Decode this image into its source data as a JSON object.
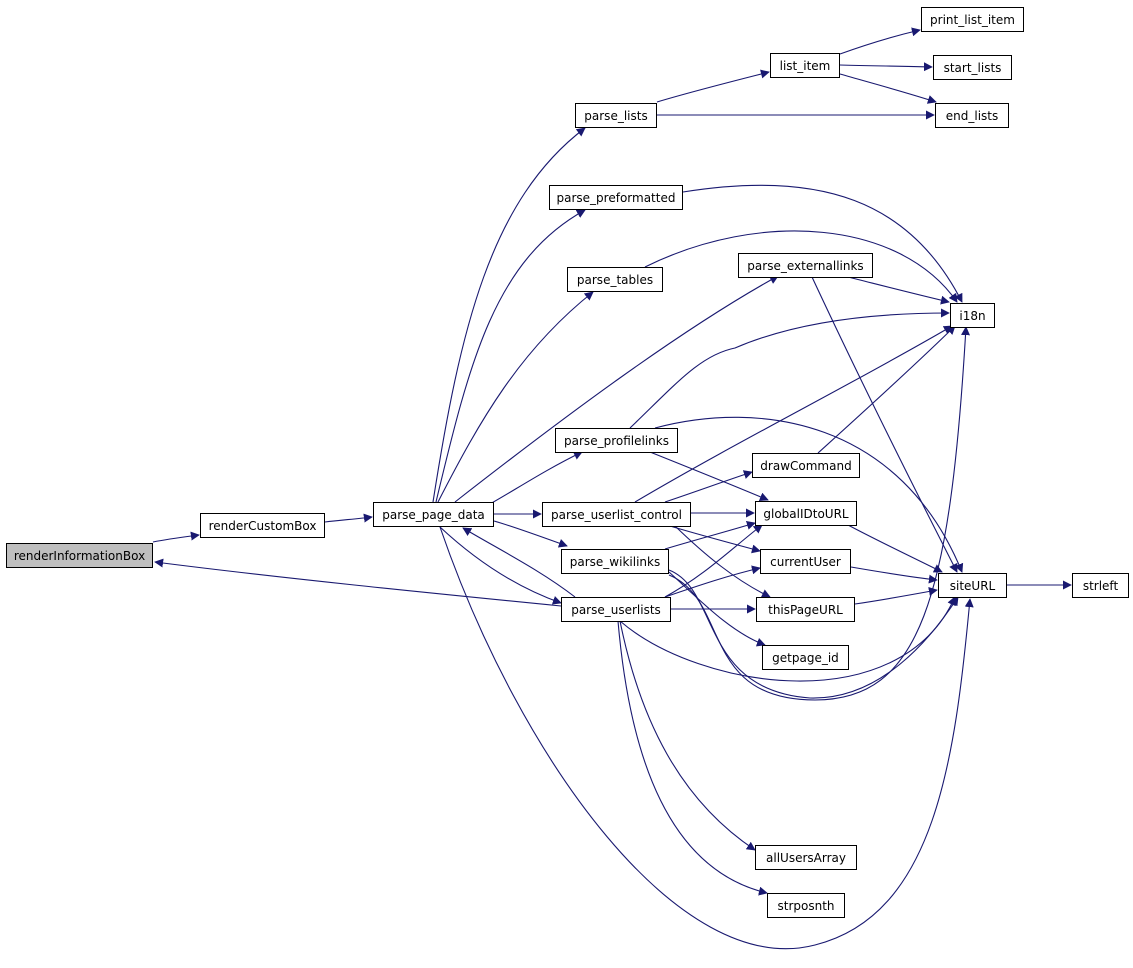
{
  "graph": {
    "edge_color": "#191970",
    "focus_fill": "#bfbfbf",
    "nodes": [
      {
        "id": "renderInformationBox",
        "label": "renderInformationBox",
        "focus": true
      },
      {
        "id": "renderCustomBox",
        "label": "renderCustomBox"
      },
      {
        "id": "parse_page_data",
        "label": "parse_page_data"
      },
      {
        "id": "parse_lists",
        "label": "parse_lists"
      },
      {
        "id": "list_item",
        "label": "list_item"
      },
      {
        "id": "print_list_item",
        "label": "print_list_item"
      },
      {
        "id": "start_lists",
        "label": "start_lists"
      },
      {
        "id": "end_lists",
        "label": "end_lists"
      },
      {
        "id": "parse_preformatted",
        "label": "parse_preformatted"
      },
      {
        "id": "parse_tables",
        "label": "parse_tables"
      },
      {
        "id": "parse_externallinks",
        "label": "parse_externallinks"
      },
      {
        "id": "i18n",
        "label": "i18n"
      },
      {
        "id": "parse_profilelinks",
        "label": "parse_profilelinks"
      },
      {
        "id": "drawCommand",
        "label": "drawCommand"
      },
      {
        "id": "parse_userlist_control",
        "label": "parse_userlist_control"
      },
      {
        "id": "globalIDtoURL",
        "label": "globalIDtoURL"
      },
      {
        "id": "parse_wikilinks",
        "label": "parse_wikilinks"
      },
      {
        "id": "currentUser",
        "label": "currentUser"
      },
      {
        "id": "siteURL",
        "label": "siteURL"
      },
      {
        "id": "strleft",
        "label": "strleft"
      },
      {
        "id": "parse_userlists",
        "label": "parse_userlists"
      },
      {
        "id": "thisPageURL",
        "label": "thisPageURL"
      },
      {
        "id": "getpage_id",
        "label": "getpage_id"
      },
      {
        "id": "allUsersArray",
        "label": "allUsersArray"
      },
      {
        "id": "strposnth",
        "label": "strposnth"
      }
    ],
    "edges": [
      [
        "renderInformationBox",
        "renderCustomBox"
      ],
      [
        "renderCustomBox",
        "parse_page_data"
      ],
      [
        "parse_page_data",
        "parse_lists"
      ],
      [
        "parse_page_data",
        "parse_preformatted"
      ],
      [
        "parse_page_data",
        "parse_tables"
      ],
      [
        "parse_page_data",
        "parse_externallinks"
      ],
      [
        "parse_page_data",
        "parse_profilelinks"
      ],
      [
        "parse_page_data",
        "parse_userlist_control"
      ],
      [
        "parse_page_data",
        "parse_wikilinks"
      ],
      [
        "parse_page_data",
        "parse_userlists"
      ],
      [
        "parse_page_data",
        "siteURL"
      ],
      [
        "parse_lists",
        "list_item"
      ],
      [
        "parse_lists",
        "end_lists"
      ],
      [
        "list_item",
        "print_list_item"
      ],
      [
        "list_item",
        "start_lists"
      ],
      [
        "list_item",
        "end_lists"
      ],
      [
        "parse_preformatted",
        "i18n"
      ],
      [
        "parse_tables",
        "i18n"
      ],
      [
        "parse_externallinks",
        "i18n"
      ],
      [
        "parse_externallinks",
        "siteURL"
      ],
      [
        "parse_profilelinks",
        "i18n"
      ],
      [
        "parse_profilelinks",
        "globalIDtoURL"
      ],
      [
        "parse_profilelinks",
        "siteURL"
      ],
      [
        "parse_userlist_control",
        "i18n"
      ],
      [
        "parse_userlist_control",
        "drawCommand"
      ],
      [
        "parse_userlist_control",
        "globalIDtoURL"
      ],
      [
        "parse_userlist_control",
        "currentUser"
      ],
      [
        "parse_userlist_control",
        "thisPageURL"
      ],
      [
        "drawCommand",
        "i18n"
      ],
      [
        "globalIDtoURL",
        "siteURL"
      ],
      [
        "currentUser",
        "siteURL"
      ],
      [
        "thisPageURL",
        "siteURL"
      ],
      [
        "siteURL",
        "strleft"
      ],
      [
        "parse_wikilinks",
        "globalIDtoURL"
      ],
      [
        "parse_wikilinks",
        "getpage_id"
      ],
      [
        "parse_wikilinks",
        "i18n"
      ],
      [
        "parse_wikilinks",
        "siteURL"
      ],
      [
        "parse_userlists",
        "renderInformationBox"
      ],
      [
        "parse_userlists",
        "parse_page_data"
      ],
      [
        "parse_userlists",
        "globalIDtoURL"
      ],
      [
        "parse_userlists",
        "currentUser"
      ],
      [
        "parse_userlists",
        "thisPageURL"
      ],
      [
        "parse_userlists",
        "siteURL"
      ],
      [
        "parse_userlists",
        "allUsersArray"
      ],
      [
        "parse_userlists",
        "strposnth"
      ]
    ]
  }
}
